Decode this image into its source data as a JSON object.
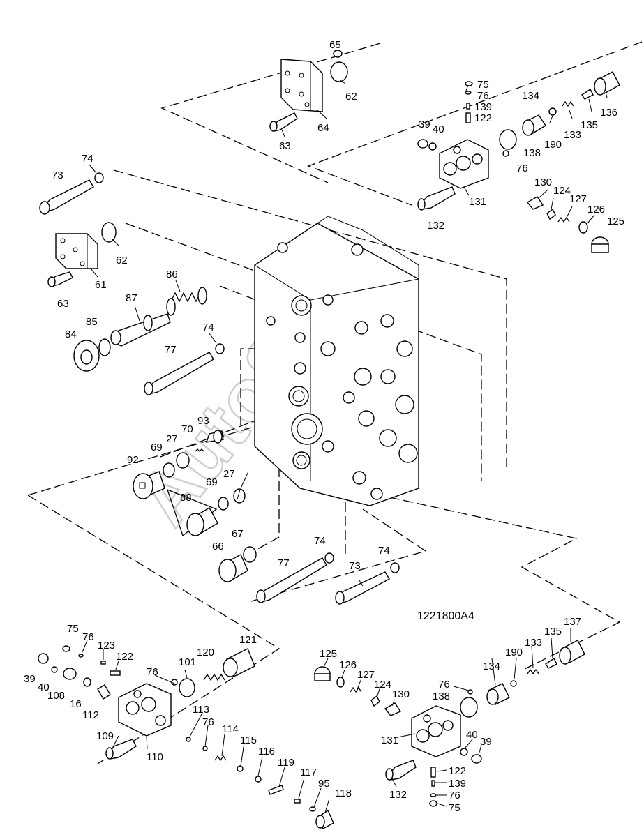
{
  "drawing": {
    "reference_code": "1221800A4",
    "watermark_text": "AutoSoft"
  },
  "labels": [
    {
      "id": "l65a",
      "text": "65"
    },
    {
      "id": "l62a",
      "text": "62"
    },
    {
      "id": "l64",
      "text": "64"
    },
    {
      "id": "l63a",
      "text": "63"
    },
    {
      "id": "l75a",
      "text": "75"
    },
    {
      "id": "l76a",
      "text": "76"
    },
    {
      "id": "l139a",
      "text": "139"
    },
    {
      "id": "l122a",
      "text": "122"
    },
    {
      "id": "l134a",
      "text": "134"
    },
    {
      "id": "l136",
      "text": "136"
    },
    {
      "id": "l135a",
      "text": "135"
    },
    {
      "id": "l133a",
      "text": "133"
    },
    {
      "id": "l190a",
      "text": "190"
    },
    {
      "id": "l39a",
      "text": "39"
    },
    {
      "id": "l40a",
      "text": "40"
    },
    {
      "id": "l138a",
      "text": "138"
    },
    {
      "id": "l76b",
      "text": "76"
    },
    {
      "id": "l130a",
      "text": "130"
    },
    {
      "id": "l124a",
      "text": "124"
    },
    {
      "id": "l127a",
      "text": "127"
    },
    {
      "id": "l126a",
      "text": "126"
    },
    {
      "id": "l125a",
      "text": "125"
    },
    {
      "id": "l131a",
      "text": "131"
    },
    {
      "id": "l132a",
      "text": "132"
    },
    {
      "id": "l73a",
      "text": "73"
    },
    {
      "id": "l74a",
      "text": "74"
    },
    {
      "id": "l62b",
      "text": "62"
    },
    {
      "id": "l61",
      "text": "61"
    },
    {
      "id": "l63b",
      "text": "63"
    },
    {
      "id": "l86",
      "text": "86"
    },
    {
      "id": "l87",
      "text": "87"
    },
    {
      "id": "l85",
      "text": "85"
    },
    {
      "id": "l84",
      "text": "84"
    },
    {
      "id": "l74b",
      "text": "74"
    },
    {
      "id": "l77a",
      "text": "77"
    },
    {
      "id": "l93",
      "text": "93"
    },
    {
      "id": "l70",
      "text": "70"
    },
    {
      "id": "l27a",
      "text": "27"
    },
    {
      "id": "l69a",
      "text": "69"
    },
    {
      "id": "l92",
      "text": "92"
    },
    {
      "id": "l69b",
      "text": "69"
    },
    {
      "id": "l27b",
      "text": "27"
    },
    {
      "id": "l88",
      "text": "88"
    },
    {
      "id": "l67",
      "text": "67"
    },
    {
      "id": "l66",
      "text": "66"
    },
    {
      "id": "l74c",
      "text": "74"
    },
    {
      "id": "l74d",
      "text": "74"
    },
    {
      "id": "l77b",
      "text": "77"
    },
    {
      "id": "l73b",
      "text": "73"
    },
    {
      "id": "l75b",
      "text": "75"
    },
    {
      "id": "l76c",
      "text": "76"
    },
    {
      "id": "l123",
      "text": "123"
    },
    {
      "id": "l122b",
      "text": "122"
    },
    {
      "id": "l121",
      "text": "121"
    },
    {
      "id": "l120",
      "text": "120"
    },
    {
      "id": "l101",
      "text": "101"
    },
    {
      "id": "l76d",
      "text": "76"
    },
    {
      "id": "l39b",
      "text": "39"
    },
    {
      "id": "l40b",
      "text": "40"
    },
    {
      "id": "l108",
      "text": "108"
    },
    {
      "id": "l16",
      "text": "16"
    },
    {
      "id": "l112",
      "text": "112"
    },
    {
      "id": "l113",
      "text": "113"
    },
    {
      "id": "l76e",
      "text": "76"
    },
    {
      "id": "l114",
      "text": "114"
    },
    {
      "id": "l115",
      "text": "115"
    },
    {
      "id": "l116",
      "text": "116"
    },
    {
      "id": "l109",
      "text": "109"
    },
    {
      "id": "l110",
      "text": "110"
    },
    {
      "id": "l119",
      "text": "119"
    },
    {
      "id": "l117",
      "text": "117"
    },
    {
      "id": "l95",
      "text": "95"
    },
    {
      "id": "l118",
      "text": "118"
    },
    {
      "id": "l125b",
      "text": "125"
    },
    {
      "id": "l126b",
      "text": "126"
    },
    {
      "id": "l127b",
      "text": "127"
    },
    {
      "id": "l124b",
      "text": "124"
    },
    {
      "id": "l130b",
      "text": "130"
    },
    {
      "id": "l76f",
      "text": "76"
    },
    {
      "id": "l138b",
      "text": "138"
    },
    {
      "id": "l134b",
      "text": "134"
    },
    {
      "id": "l190b",
      "text": "190"
    },
    {
      "id": "l133b",
      "text": "133"
    },
    {
      "id": "l135b",
      "text": "135"
    },
    {
      "id": "l137",
      "text": "137"
    },
    {
      "id": "l131b",
      "text": "131"
    },
    {
      "id": "l40c",
      "text": "40"
    },
    {
      "id": "l39c",
      "text": "39"
    },
    {
      "id": "l132b",
      "text": "132"
    },
    {
      "id": "l122c",
      "text": "122"
    },
    {
      "id": "l139b",
      "text": "139"
    },
    {
      "id": "l76g",
      "text": "76"
    },
    {
      "id": "l75c",
      "text": "75"
    }
  ]
}
